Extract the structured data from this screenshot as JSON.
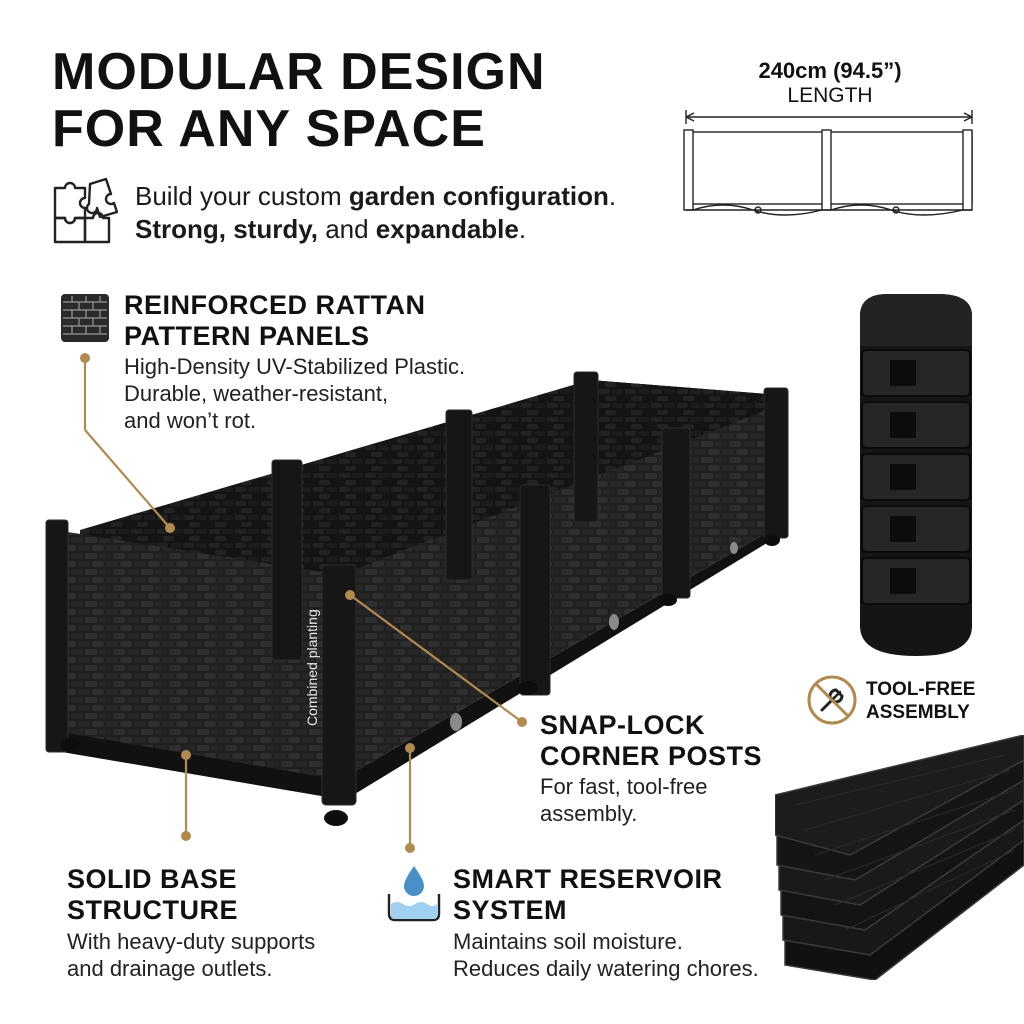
{
  "header": {
    "title_line1": "MODULAR DESIGN",
    "title_line2": "FOR ANY SPACE",
    "tagline": {
      "line1_pre": "Build your custom ",
      "line1_bold": "garden configuration",
      "line1_post": ".",
      "line2_bold1": "Strong, sturdy,",
      "line2_mid": " and ",
      "line2_bold2": "expandable",
      "line2_post": "."
    },
    "icon": "puzzle-icon"
  },
  "dimension": {
    "value": "240cm (94.5”)",
    "label": "LENGTH"
  },
  "features": {
    "rattan": {
      "title1": "REINFORCED RATTAN",
      "title2": "PATTERN PANELS",
      "desc1": "High-Density UV-Stabilized Plastic.",
      "desc2": "Durable, weather-resistant,",
      "desc3": "and won’t rot.",
      "icon": "rattan-weave-icon"
    },
    "snaplock": {
      "title1": "SNAP-LOCK",
      "title2": "CORNER POSTS",
      "desc1": "For fast, tool-free",
      "desc2": "assembly."
    },
    "base": {
      "title1": "SOLID BASE",
      "title2": "STRUCTURE",
      "desc1": "With heavy-duty supports",
      "desc2": "and drainage outlets."
    },
    "reservoir": {
      "title1": "SMART RESERVOIR",
      "title2": "SYSTEM",
      "desc1": "Maintains soil moisture.",
      "desc2": "Reduces daily watering chores.",
      "icon": "water-drop-icon"
    }
  },
  "badge": {
    "line1": "TOOL-FREE",
    "line2": "ASSEMBLY",
    "icon": "no-tools-icon"
  },
  "product_label": "Combined planting",
  "colors": {
    "accent": "#b08a4e",
    "text": "#111111",
    "product": "#1c1c1c"
  }
}
